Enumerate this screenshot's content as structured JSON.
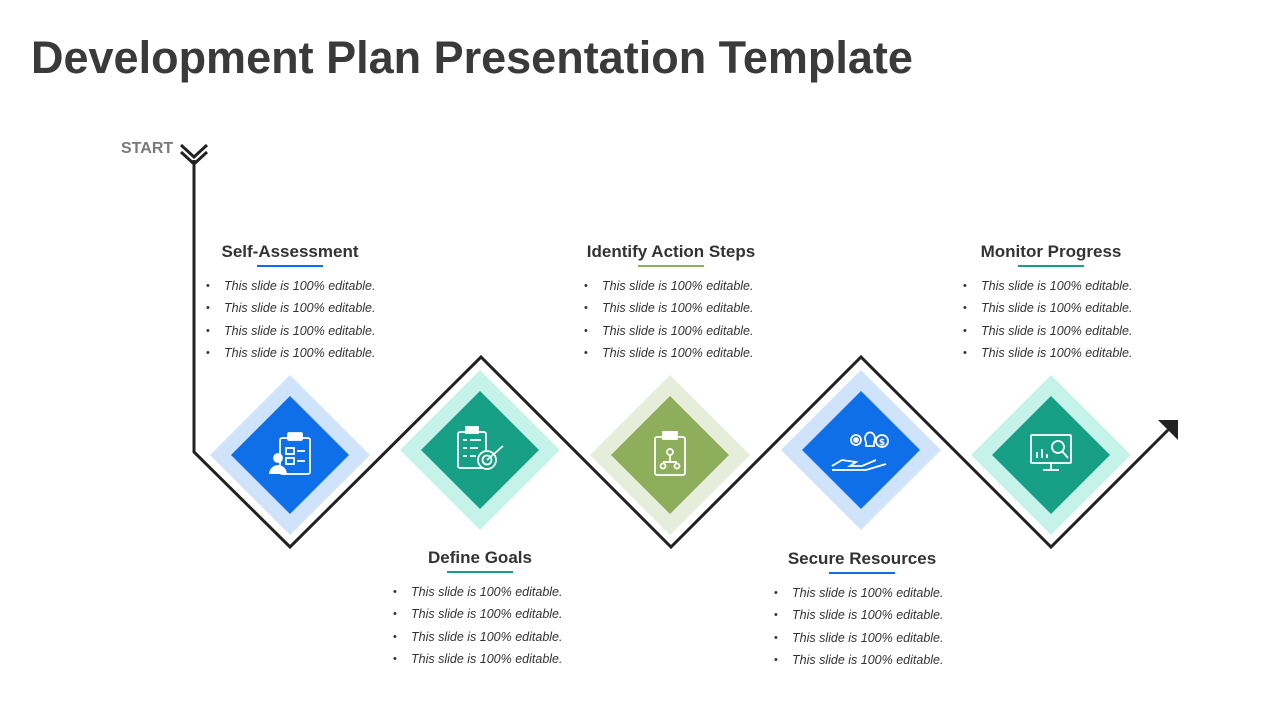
{
  "title": "Development Plan Presentation Template",
  "start_label": "START",
  "colors": {
    "line": "#222222",
    "blue": "#0f6fe8",
    "blue_light": "#cfe3fb",
    "teal": "#17a085",
    "teal_light": "#c6f3e9",
    "olive": "#8fae5c",
    "olive_light": "#e6eddb"
  },
  "steps": [
    {
      "title": "Self-Assessment",
      "icon": "clipboard-user-icon",
      "color": "blue",
      "bullets": [
        "This slide is 100% editable.",
        "This slide is 100% editable.",
        "This slide is 100% editable.",
        "This slide is 100% editable."
      ]
    },
    {
      "title": "Define Goals",
      "icon": "checklist-target-icon",
      "color": "teal",
      "bullets": [
        "This slide is 100% editable.",
        "This slide is 100% editable.",
        "This slide is 100% editable.",
        "This slide is 100% editable."
      ]
    },
    {
      "title": "Identify Action Steps",
      "icon": "clipboard-flow-icon",
      "color": "olive",
      "bullets": [
        "This slide is 100% editable.",
        "This slide is 100% editable.",
        "This slide is 100% editable.",
        "This slide is 100% editable."
      ]
    },
    {
      "title": "Secure Resources",
      "icon": "hand-resources-icon",
      "color": "blue",
      "bullets": [
        "This slide is 100% editable.",
        "This slide is 100% editable.",
        "This slide is 100% editable.",
        "This slide is 100% editable."
      ]
    },
    {
      "title": "Monitor Progress",
      "icon": "monitor-chart-icon",
      "color": "teal",
      "bullets": [
        "This slide is 100% editable.",
        "This slide is 100% editable.",
        "This slide is 100% editable.",
        "This slide is 100% editable."
      ]
    }
  ]
}
